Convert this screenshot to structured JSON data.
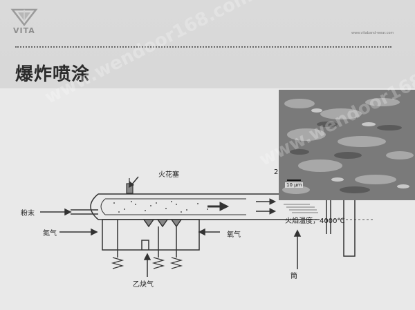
{
  "header": {
    "logo_text": "VITA",
    "site_url": "www.vitaband-wear.com"
  },
  "slide": {
    "title": "爆炸喷涂"
  },
  "watermark": {
    "text": "www.wendoor168.com"
  },
  "diagram": {
    "labels": {
      "spark_plug": "火花塞",
      "powder": "粉末",
      "nitrogen": "氮气",
      "oxygen": "氧气",
      "acetylene": "乙炔气",
      "flame_temp": "火焰温度，4000℃",
      "cylinder": "筒"
    },
    "micrograph": {
      "index": "2",
      "scale": "10 μm"
    }
  },
  "colors": {
    "background": "#d6d6d6",
    "panel": "#e9e9e9",
    "line": "#333333"
  }
}
